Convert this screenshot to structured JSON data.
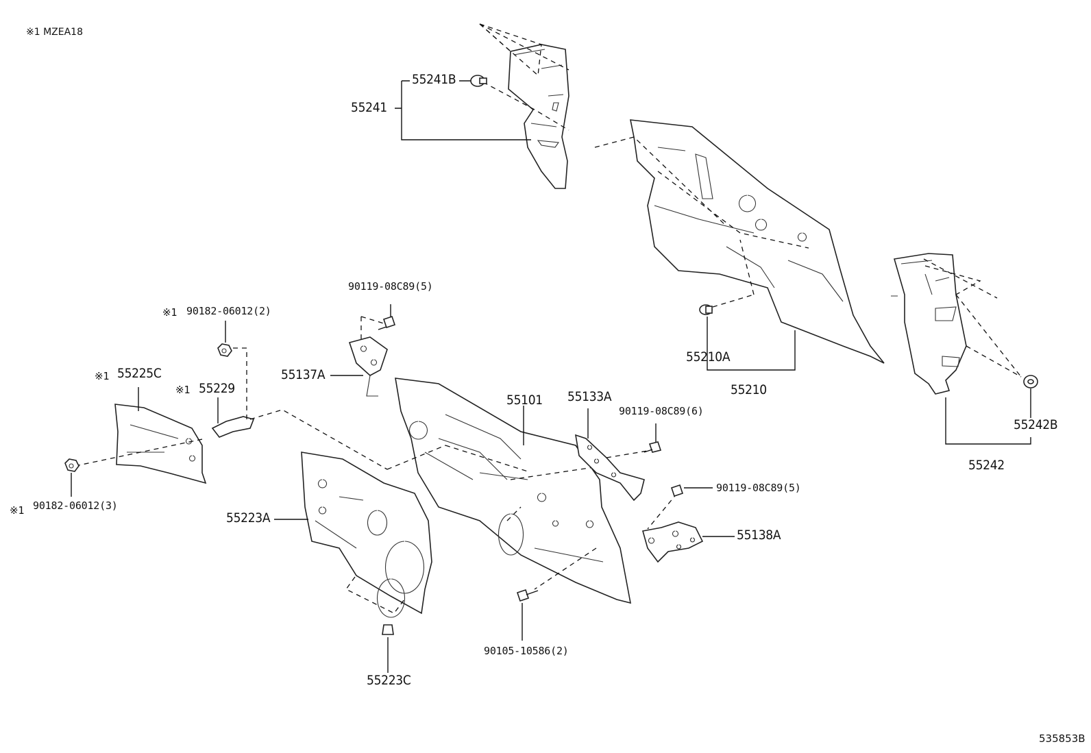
{
  "diagram": {
    "note_label": "※1 MZEA18",
    "diagram_code": "535853B",
    "labels": {
      "p55241B": "55241B",
      "p55241": "55241",
      "p55210A": "55210A",
      "p55210": "55210",
      "p55242B": "55242B",
      "p55242": "55242",
      "p90119_08C89_5a": "90119-08C89(5)",
      "p90182_06012_2": "90182-06012(2)",
      "p55137A": "55137A",
      "p55225C": "55225C",
      "p55229": "55229",
      "p55101": "55101",
      "p55133A": "55133A",
      "p90119_08C89_6": "90119-08C89(6)",
      "p90119_08C89_5b": "90119-08C89(5)",
      "p55138A": "55138A",
      "p90182_06012_3": "90182-06012(3)",
      "p55223A": "55223A",
      "p90105_10586_2": "90105-10586(2)",
      "p55223C": "55223C"
    },
    "marks": {
      "m1": "※1",
      "m2": "※1",
      "m3": "※1",
      "m4": "※1"
    }
  }
}
